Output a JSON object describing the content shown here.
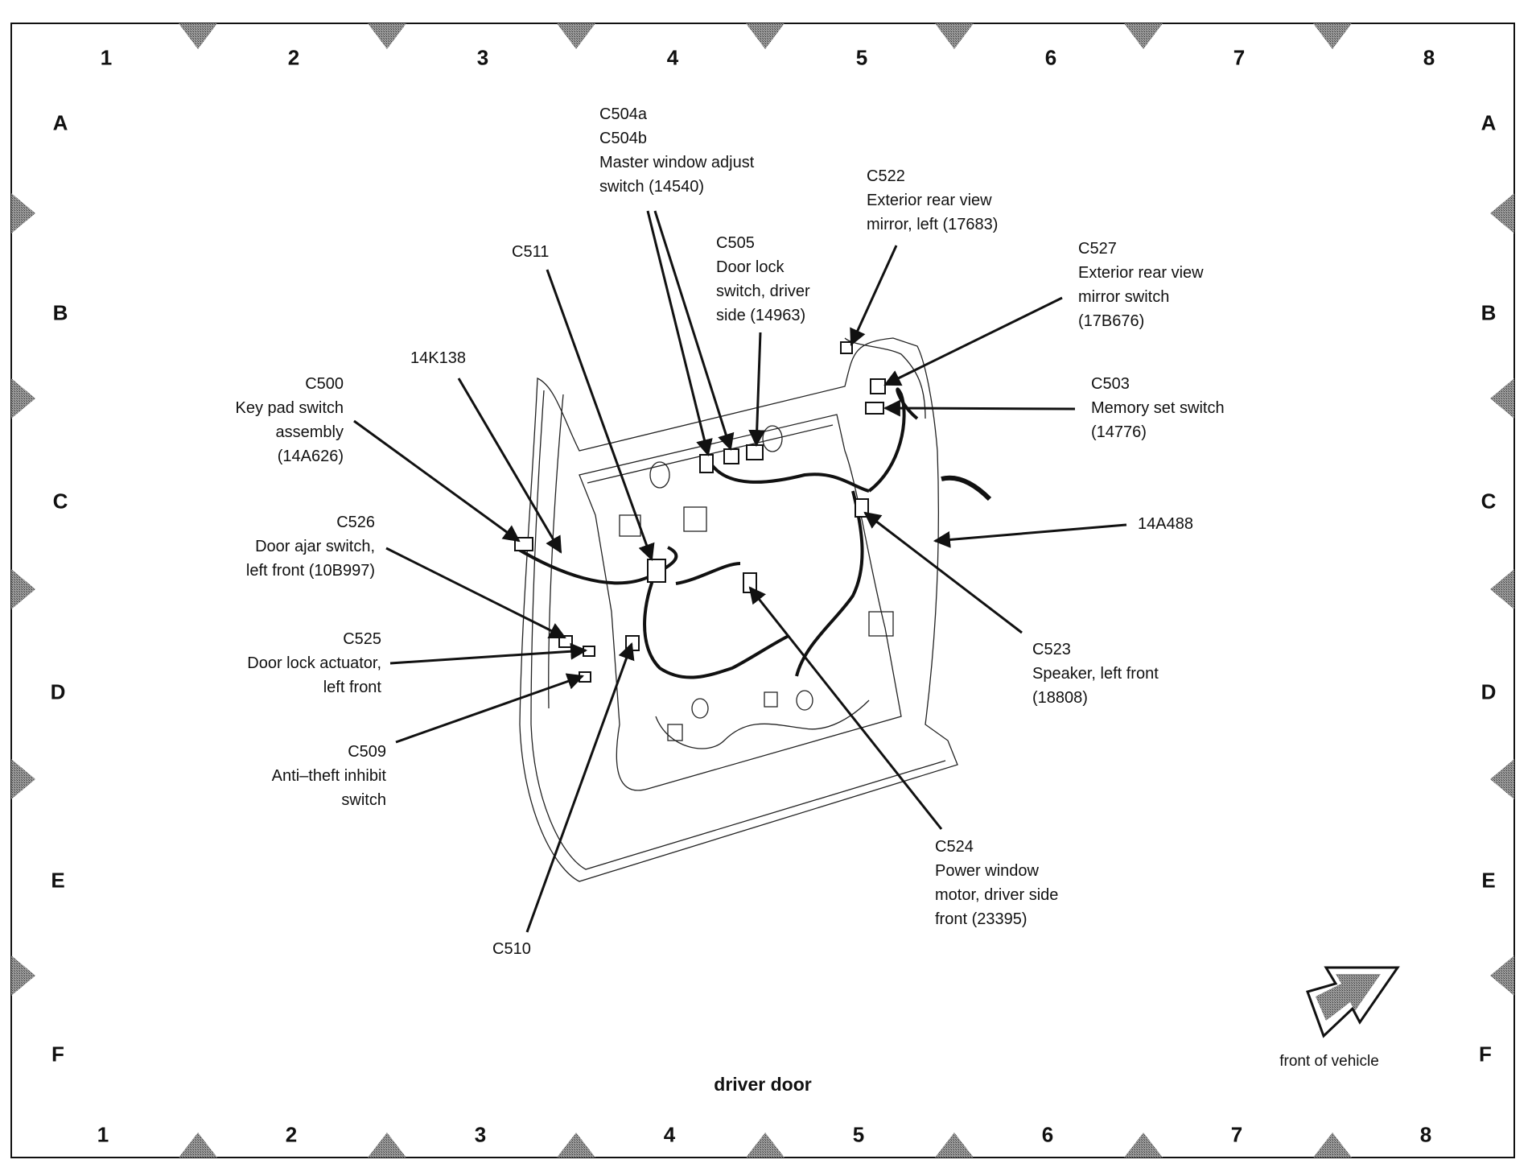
{
  "diagram": {
    "title": "driver door",
    "orientation_label": "front of vehicle",
    "grid": {
      "columns": [
        "1",
        "2",
        "3",
        "4",
        "5",
        "6",
        "7",
        "8"
      ],
      "rows": [
        "A",
        "B",
        "C",
        "D",
        "E",
        "F"
      ]
    },
    "callouts": [
      {
        "id": "c504",
        "lines": [
          "C504a",
          "C504b",
          "Master window adjust",
          "switch (14540)"
        ]
      },
      {
        "id": "c505",
        "lines": [
          "C505",
          "Door lock",
          "switch, driver",
          "side (14963)"
        ]
      },
      {
        "id": "c522",
        "lines": [
          "C522",
          "Exterior rear view",
          "mirror, left (17683)"
        ]
      },
      {
        "id": "c527",
        "lines": [
          "C527",
          "Exterior rear view",
          "mirror switch",
          "(17B676)"
        ]
      },
      {
        "id": "c503",
        "lines": [
          "C503",
          "Memory set switch",
          "(14776)"
        ]
      },
      {
        "id": "c511",
        "lines": [
          "C511"
        ]
      },
      {
        "id": "k138",
        "lines": [
          "14K138"
        ]
      },
      {
        "id": "c500",
        "lines": [
          "C500",
          "Key pad switch",
          "assembly",
          "(14A626)"
        ]
      },
      {
        "id": "a488",
        "lines": [
          "14A488"
        ]
      },
      {
        "id": "c526",
        "lines": [
          "C526",
          "Door ajar switch,",
          "left front (10B997)"
        ]
      },
      {
        "id": "c523",
        "lines": [
          "C523",
          "Speaker, left front",
          "(18808)"
        ]
      },
      {
        "id": "c525",
        "lines": [
          "C525",
          "Door lock actuator,",
          "left front"
        ]
      },
      {
        "id": "c509",
        "lines": [
          "C509",
          "Anti–theft inhibit",
          "switch"
        ]
      },
      {
        "id": "c524",
        "lines": [
          "C524",
          "Power window",
          "motor, driver side",
          "front (23395)"
        ]
      },
      {
        "id": "c510",
        "lines": [
          "C510"
        ]
      }
    ]
  }
}
